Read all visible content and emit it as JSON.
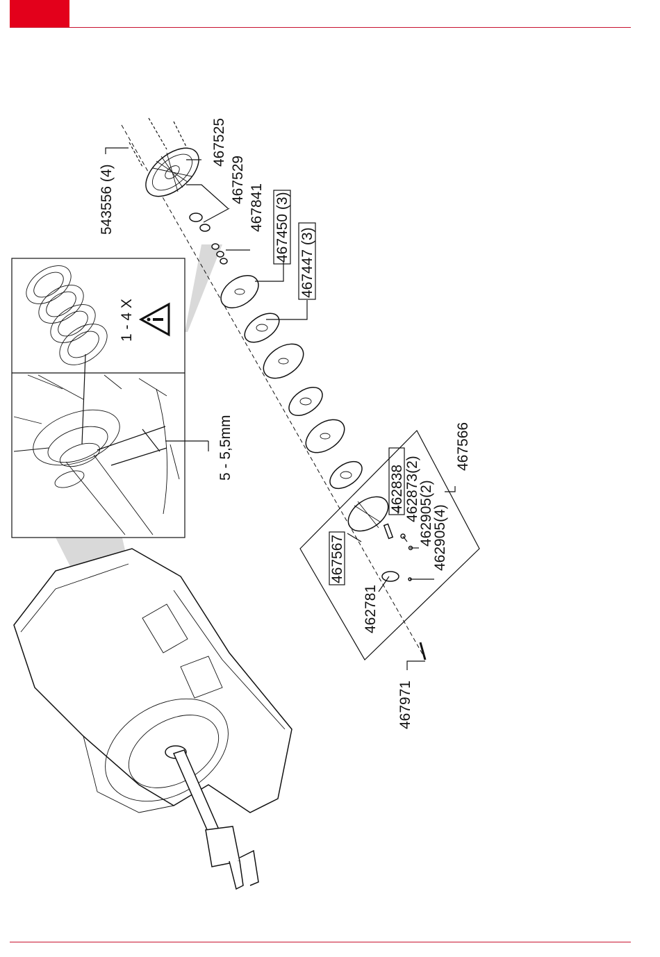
{
  "header": {
    "accent_color": "#e3001b",
    "rule_color": "#c8102e"
  },
  "detail": {
    "note": "1 - 4 X",
    "gap_dimension": "5 - 5,5mm",
    "warning_icon": "warning-triangle-icon"
  },
  "parts": {
    "p543556": "543556 (4)",
    "p467525": "467525",
    "p467529": "467529",
    "p467841": "467841",
    "p467450": "467450 (3)",
    "p467447": "467447 (3)",
    "p467566": "467566",
    "p462838": "462838",
    "p462873": "462873(2)",
    "p462905a": "462905(2)",
    "p462905b": "462905(4)",
    "p467567": "467567",
    "p462781": "462781",
    "p467971": "467971"
  }
}
